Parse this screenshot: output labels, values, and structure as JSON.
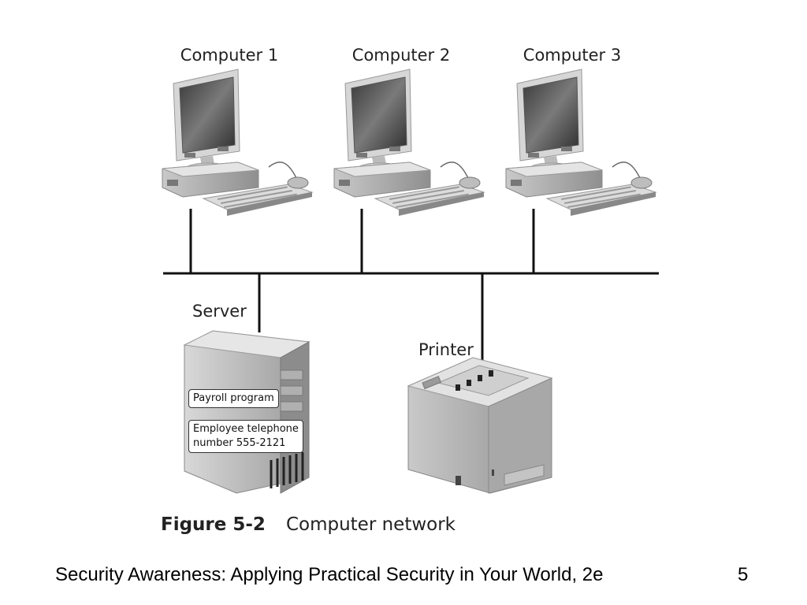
{
  "diagram": {
    "computers": [
      {
        "label": "Computer 1"
      },
      {
        "label": "Computer 2"
      },
      {
        "label": "Computer 3"
      }
    ],
    "server": {
      "label": "Server",
      "notes": [
        "Payroll program",
        "Employee telephone",
        "number 555-2121"
      ]
    },
    "printer": {
      "label": "Printer"
    }
  },
  "figure": {
    "number": "Figure 5-2",
    "title": "Computer network"
  },
  "footer": {
    "text": "Security Awareness: Applying Practical Security in Your World, 2e",
    "page": "5"
  }
}
